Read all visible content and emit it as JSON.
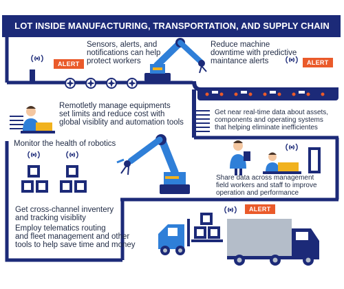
{
  "title": "LOT INSIDE MANUFACTURING, TRANSPORTATION, AND SUPPLY CHAIN",
  "captions": {
    "sensors": "Sensors, alerts, and\nnotifications can help\nprotect workers",
    "reduce_downtime": "Reduce machine\ndowntime with predictive\nmaintance alerts",
    "remotely": "Remotletly manage equipments\nset limits and reduce cost with\nglobal visiblity and automation tools",
    "real_time": "Get near real-time data about assets,\ncomponents and operating systems\nthat helping eliminate inefficientes",
    "monitor": "Monitor the health of robotics",
    "share": "Share data across management\nfield workers and staff to improve\noperation and performance",
    "cross_channel": "Get cross-channel inventery\nand tracking visiblity",
    "telematics": "Employ telematics routing\nand fleet management and other\ntools to help save time and money"
  },
  "alerts": [
    "ALERT",
    "ALERT",
    "ALERT"
  ],
  "colors": {
    "navy": "#1c2a78",
    "blue": "#2f7fd8",
    "orange": "#ea5a2a",
    "yellow": "#f1b21e",
    "gray": "#b4bdc9"
  }
}
